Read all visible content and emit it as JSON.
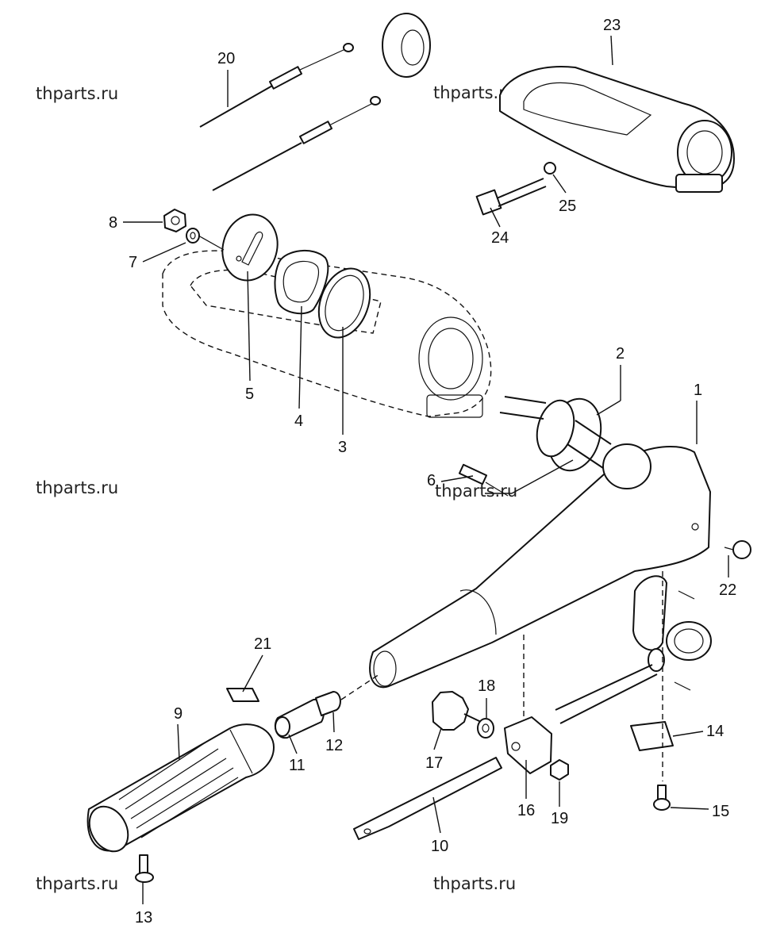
{
  "watermark": "thparts.ru",
  "callouts": [
    "1",
    "2",
    "3",
    "4",
    "5",
    "6",
    "7",
    "8",
    "9",
    "10",
    "11",
    "12",
    "13",
    "14",
    "15",
    "16",
    "17",
    "18",
    "19",
    "20",
    "21",
    "22",
    "23",
    "24",
    "25"
  ]
}
